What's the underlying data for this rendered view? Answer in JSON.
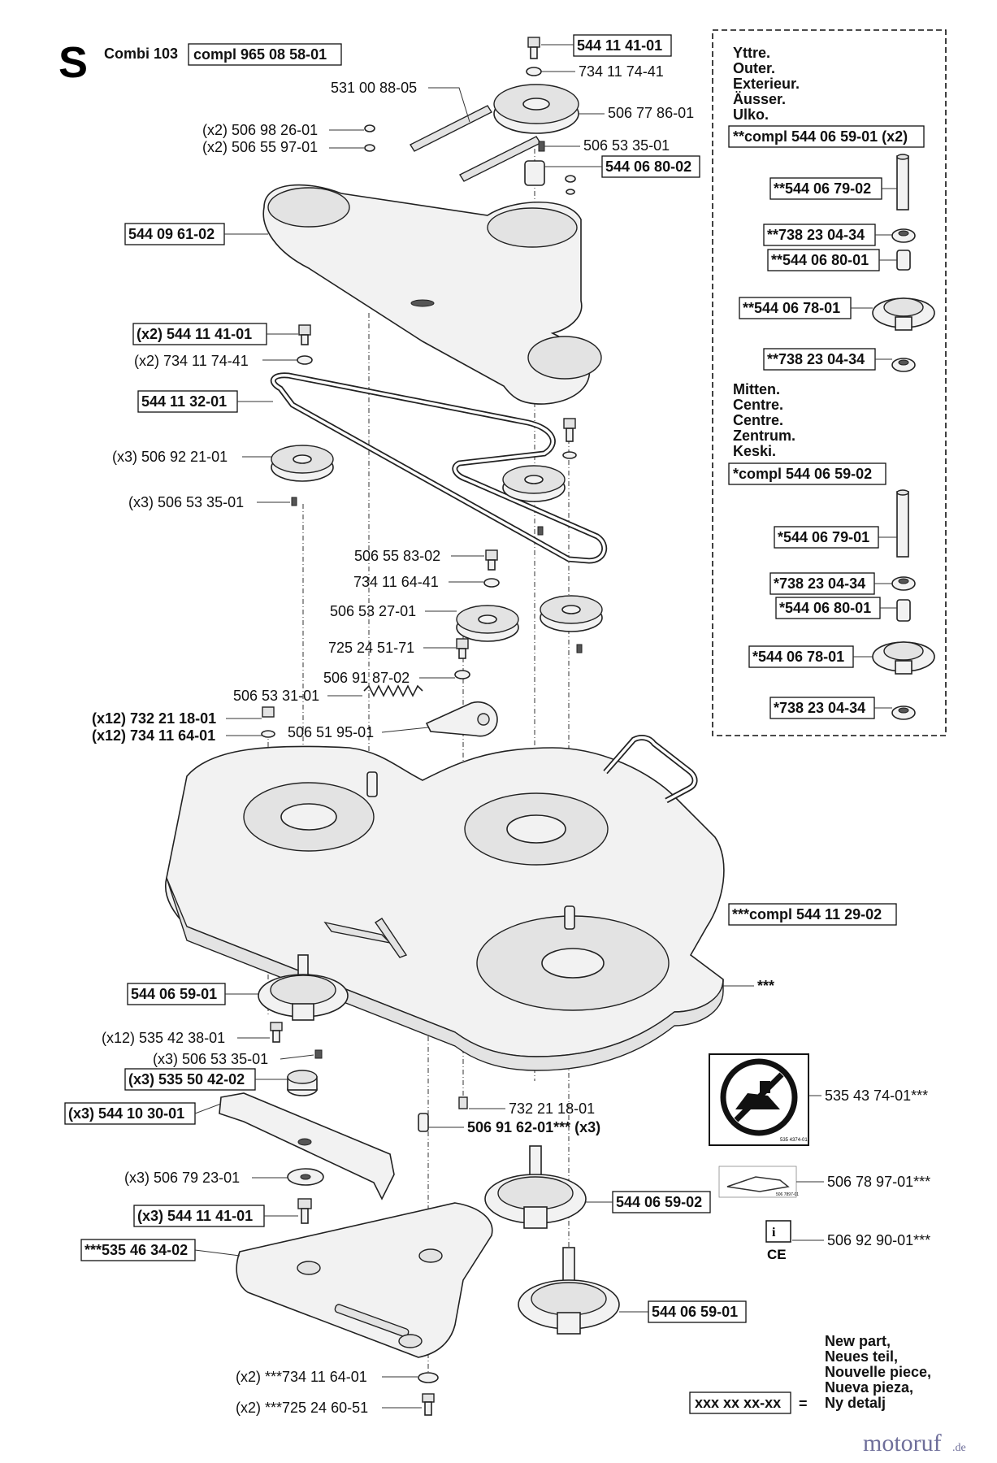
{
  "header": {
    "section_letter": "S",
    "model": "Combi 103",
    "compl": "compl 965 08 58-01"
  },
  "labels": {
    "l01": "544 11 41-01",
    "l02": "734 11 74-41",
    "l03": "531 00 88-05",
    "l04": "506 77 86-01",
    "l05": "(x2) 506 98 26-01",
    "l06": "(x2) 506 55 97-01",
    "l07": "506 53 35-01",
    "l08": "544 06 80-02",
    "l09": "544 09 61-02",
    "l10": "(x2) 544 11 41-01",
    "l11": "(x2) 734 11 74-41",
    "l12": "544 11 32-01",
    "l13": "(x3) 506 92 21-01",
    "l14": "(x3) 506 53 35-01",
    "l15": "506 55 83-02",
    "l16": "734 11 64-41",
    "l17": "506 53 27-01",
    "l18": "725 24 51-71",
    "l19": "506 91 87-02",
    "l20": "506 53 31-01",
    "l21": "(x12) 732 21 18-01",
    "l22": "(x12) 734 11 64-01",
    "l23": "506 51 95-01",
    "l24": "***compl 544 11 29-02",
    "l25": "***",
    "l26": "544 06 59-01",
    "l27": "(x12) 535 42 38-01",
    "l28": "(x3) 506 53 35-01",
    "l29": "(x3) 535 50 42-02",
    "l30": "732 21 18-01",
    "l31": "(x3) 544 10 30-01",
    "l32": "506 91 62-01*** (x3)",
    "l33": "(x3) 506 79 23-01",
    "l34": "544 06 59-02",
    "l35": "(x3) 544 11 41-01",
    "l36": "***535 46 34-02",
    "l37": "544 06 59-01",
    "l38": "(x2) ***734 11 64-01",
    "l39": "(x2) ***725 24 60-51",
    "l40": "535 43 74-01***",
    "l41": "506 78 97-01***",
    "l42": "506 92 90-01***"
  },
  "inset": {
    "outer_lines": [
      "Yttre.",
      "Outer.",
      "Exterieur.",
      "Äusser.",
      "Ulko."
    ],
    "outer_compl": "**compl 544 06 59-01 (x2)",
    "outer_parts": [
      "**544 06 79-02",
      "**738 23 04-34",
      "**544 06 80-01",
      "**544 06 78-01",
      "**738 23 04-34"
    ],
    "centre_lines": [
      "Mitten.",
      "Centre.",
      "Centre.",
      "Zentrum.",
      "Keski."
    ],
    "centre_compl": "*compl 544 06 59-02",
    "centre_parts": [
      "*544 06 79-01",
      "*738 23 04-34",
      "*544 06 80-01",
      "*544 06 78-01",
      "*738 23 04-34"
    ]
  },
  "legend": {
    "lines": [
      "New part,",
      "Neues teil,",
      "Nouvelle piece,",
      "Nueva pieza,",
      "Ny detalj"
    ],
    "code": "xxx xx xx-xx",
    "equals": "="
  },
  "decals": {
    "warning_code": "535 4374-01",
    "belt_code": "506 7897-01",
    "ce_mark": "CE"
  },
  "watermark": {
    "brand": "motoruf",
    "tld": ".de"
  }
}
